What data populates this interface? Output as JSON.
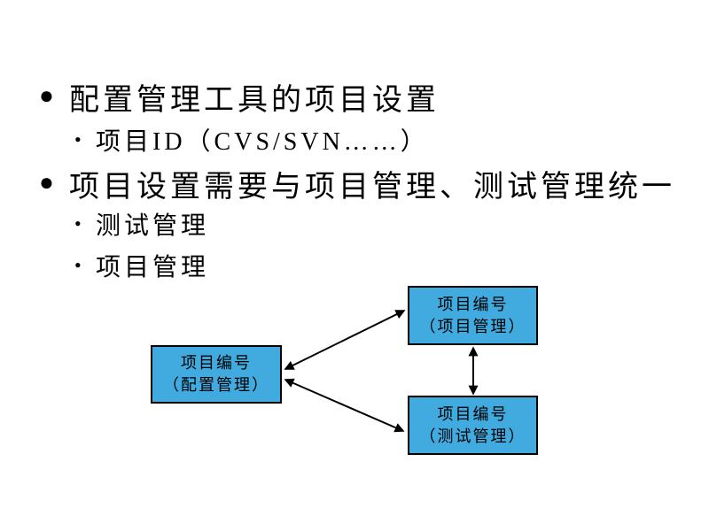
{
  "slide": {
    "background": "#FFFFFF",
    "bullets": [
      {
        "marker": "●",
        "text": "配置管理工具的项目设置",
        "children": [
          {
            "marker": "•",
            "text": "项目ID（CVS/SVN……）"
          }
        ]
      },
      {
        "marker": "●",
        "text": "项目设置需要与项目管理、测试管理统一",
        "children": [
          {
            "marker": "•",
            "text": "测试管理"
          },
          {
            "marker": "•",
            "text": "项目管理"
          }
        ]
      }
    ]
  },
  "diagram": {
    "node_fill": "#41AADE",
    "node_border": "#000000",
    "arrow_color": "#000000",
    "nodes": [
      {
        "id": "config-mgmt",
        "line1": "项目编号",
        "line2": "（配置管理）"
      },
      {
        "id": "project-mgmt",
        "line1": "项目编号",
        "line2": "（项目管理）"
      },
      {
        "id": "test-mgmt",
        "line1": "项目编号",
        "line2": "（测试管理）"
      }
    ],
    "connections": [
      {
        "from": "config-mgmt",
        "to": "project-mgmt",
        "style": "bidirectional"
      },
      {
        "from": "config-mgmt",
        "to": "test-mgmt",
        "style": "bidirectional"
      },
      {
        "from": "project-mgmt",
        "to": "test-mgmt",
        "style": "bidirectional"
      }
    ]
  }
}
